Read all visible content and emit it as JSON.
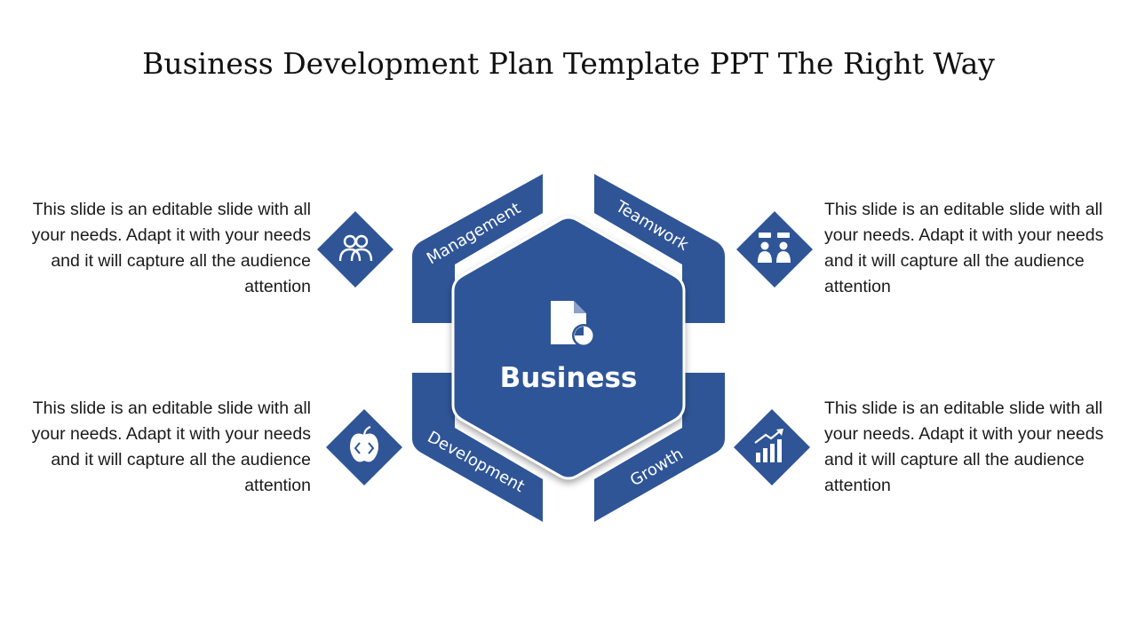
{
  "title": "Business Development Plan Template PPT The Right Way",
  "center": {
    "label": "Business",
    "icon": "document-chart-icon"
  },
  "segments": [
    {
      "label": "Management",
      "icon": "users-icon"
    },
    {
      "label": "Teamwork",
      "icon": "team-icon"
    },
    {
      "label": "Development",
      "icon": "apple-code-icon"
    },
    {
      "label": "Growth",
      "icon": "growth-chart-icon"
    }
  ],
  "descriptions": [
    "This slide is an editable slide with all your needs. Adapt it with your needs and it will capture all the audience attention",
    "This slide is an editable slide with all your needs. Adapt it with your needs and it will capture all the audience attention",
    "This slide is an editable slide with all your needs. Adapt it with your needs and it will capture all the audience attention",
    "This slide is an editable slide with all your needs. Adapt it with your needs and it will capture all the audience attention"
  ],
  "colors": {
    "primary": "#2F5597",
    "text": "#1a1a1a",
    "background": "#ffffff"
  }
}
